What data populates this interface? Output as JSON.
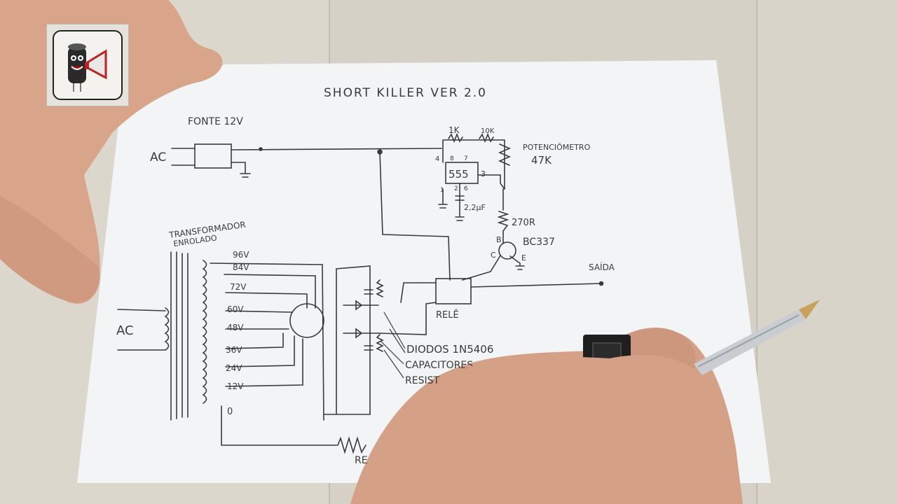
{
  "sheet": {
    "title": "SHORT  KILLER   VER 2.0",
    "labels": {
      "fonte": "FONTE 12V",
      "ac_top": "AC",
      "ac_left": "AC",
      "transformador": "TRANSFORMADOR",
      "enrolado": "ENROLADO",
      "r1k": "1K",
      "r10k": "10K",
      "ic555": "555",
      "potenciometro": "POTENCIÔMETRO",
      "pot_value": "47K",
      "cap": "2,2µF",
      "r270": "270R",
      "transistor": "BC337",
      "pin_b": "B",
      "pin_c": "C",
      "pin_e": "E",
      "saida": "SAÍDA",
      "rele": "RELÊ",
      "diodos": "DIODOS 1N5406",
      "capacitores": "CAPACITORES",
      "resistores": "RESIST",
      "bottom_r": "RE",
      "pin4": "4",
      "pin8": "8",
      "pin7": "7",
      "pin3": "3",
      "pin1": "1",
      "pin2": "2",
      "pin6": "6"
    },
    "taps": [
      "96V",
      "84V",
      "72V",
      "60V",
      "48V",
      "36V",
      "24V",
      "12V",
      "0"
    ]
  },
  "colors": {
    "desk": "#d9d4c9",
    "paper": "#f3f4f6",
    "ink": "#3a3a3a",
    "skin": "#d9a88e",
    "pen_body": "#c9ccd1",
    "pen_tip": "#c8a15a"
  },
  "channel_badge": {
    "icon": "capacitor-megaphone-icon"
  }
}
